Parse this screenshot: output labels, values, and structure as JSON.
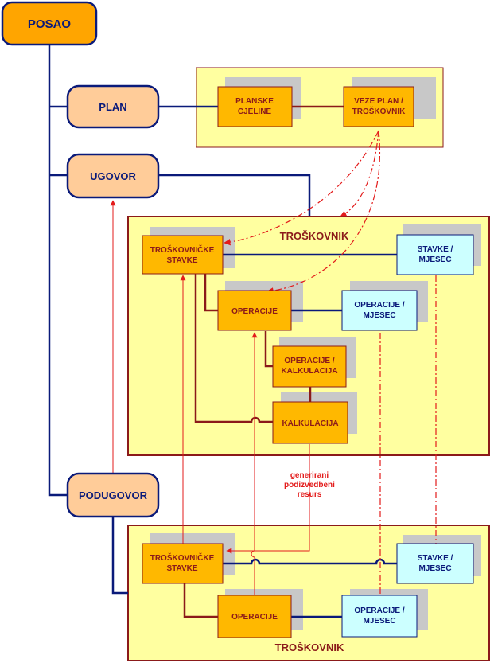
{
  "nodes": {
    "posao": "POSAO",
    "plan": "PLAN",
    "ugovor": "UGOVOR",
    "podugovor": "PODUGOVOR",
    "planske_cjeline": [
      "PLANSKE",
      "CJELINE"
    ],
    "veze_plan": [
      "VEZE PLAN /",
      "TROŠKOVNIK"
    ],
    "ts_top": [
      "TROŠKOVNIČKE",
      "STAVKE"
    ],
    "stavke_mjesec_top": [
      "STAVKE /",
      "MJESEC"
    ],
    "operacije_top": "OPERACIJE",
    "operacije_mjesec_top": [
      "OPERACIJE /",
      "MJESEC"
    ],
    "operacije_kalkulacija": [
      "OPERACIJE /",
      "KALKULACIJA"
    ],
    "kalkulacija": "KALKULACIJA",
    "ts_bottom": [
      "TROŠKOVNIČKE",
      "STAVKE"
    ],
    "stavke_mjesec_bottom": [
      "STAVKE /",
      "MJESEC"
    ],
    "operacije_bottom": "OPERACIJE",
    "operacije_mjesec_bottom": [
      "OPERACIJE /",
      "MJESEC"
    ]
  },
  "containers": {
    "troskovnik_top": "TROŠKOVNIK",
    "troskovnik_bottom": "TROŠKOVNIK"
  },
  "annotation": [
    "generirani",
    "podizvedbeni",
    "resurs"
  ],
  "colors": {
    "navy": "#0a1a7a",
    "darkred": "#8b1a1a",
    "red": "#e31b1b",
    "orange": "#ffa500",
    "orange_light": "#ffcc99",
    "yellow_panel": "#ffffa0",
    "cyan": "#ccffff",
    "shadow": "#c8c8c8"
  }
}
